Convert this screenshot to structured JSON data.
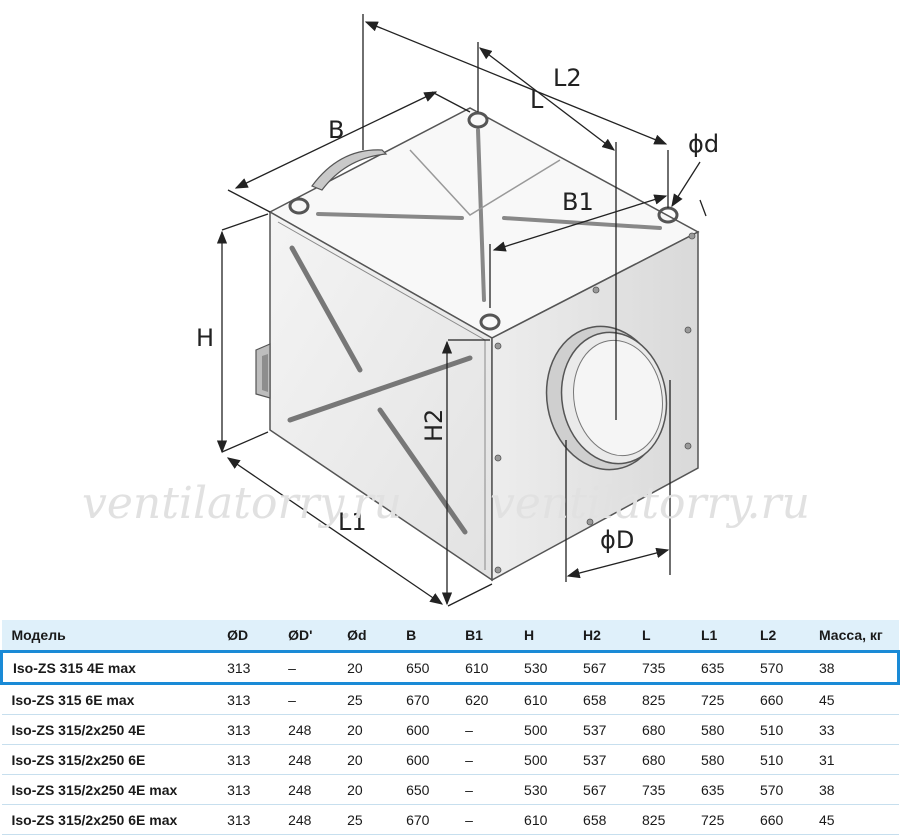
{
  "drawing": {
    "dimension_labels": {
      "B": "B",
      "L": "L",
      "L2": "L2",
      "d": "ϕd",
      "B1": "B1",
      "H": "H",
      "H2": "H2",
      "L1": "L1",
      "D": "ϕD"
    },
    "watermark": "ventilatorry.ru"
  },
  "table": {
    "headers": [
      "Модель",
      "ØD",
      "ØD'",
      "Ød",
      "B",
      "B1",
      "H",
      "H2",
      "L",
      "L1",
      "L2",
      "Масса, кг"
    ],
    "selected_row": 0,
    "rows": [
      [
        "Iso-ZS 315 4E max",
        "313",
        "–",
        "20",
        "650",
        "610",
        "530",
        "567",
        "735",
        "635",
        "570",
        "38"
      ],
      [
        "Iso-ZS 315 6E max",
        "313",
        "–",
        "25",
        "670",
        "620",
        "610",
        "658",
        "825",
        "725",
        "660",
        "45"
      ],
      [
        "Iso-ZS 315/2x250 4E",
        "313",
        "248",
        "20",
        "600",
        "–",
        "500",
        "537",
        "680",
        "580",
        "510",
        "33"
      ],
      [
        "Iso-ZS 315/2x250 6E",
        "313",
        "248",
        "20",
        "600",
        "–",
        "500",
        "537",
        "680",
        "580",
        "510",
        "31"
      ],
      [
        "Iso-ZS 315/2x250 4E max",
        "313",
        "248",
        "20",
        "650",
        "–",
        "530",
        "567",
        "735",
        "635",
        "570",
        "38"
      ],
      [
        "Iso-ZS 315/2x250 6E max",
        "313",
        "248",
        "25",
        "670",
        "–",
        "610",
        "658",
        "825",
        "725",
        "660",
        "45"
      ]
    ]
  }
}
